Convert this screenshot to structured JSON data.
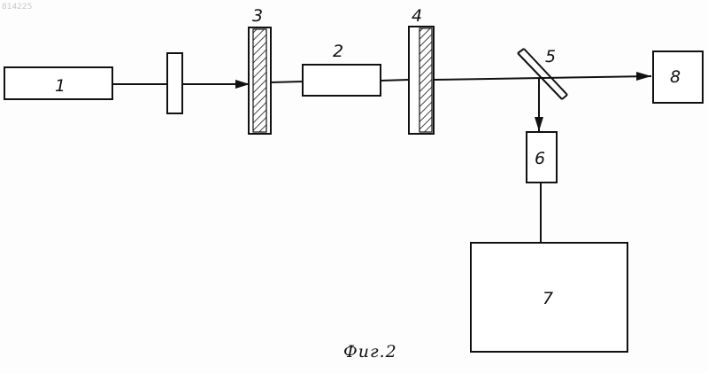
{
  "document_number": "814225",
  "labels": {
    "laser": "1",
    "sample": "2",
    "mirror_left": "3",
    "mirror_right": "4",
    "beam_splitter": "5",
    "detector": "6",
    "recorder": "7",
    "output_detector": "8"
  },
  "caption": "Фиг.2",
  "colors": {
    "ink": "#111111",
    "paper": "#ffffff"
  }
}
